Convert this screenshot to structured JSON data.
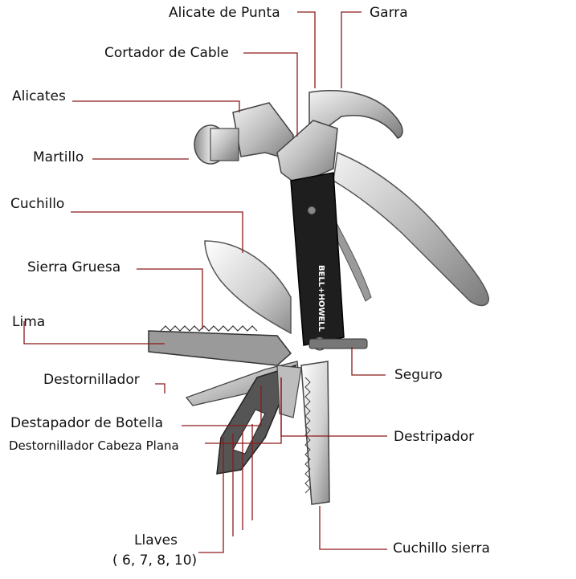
{
  "labels": {
    "alicate_punta": "Alicate de Punta",
    "garra": "Garra",
    "cortador_cable": "Cortador de Cable",
    "alicates": "Alicates",
    "martillo": "Martillo",
    "cuchillo": "Cuchillo",
    "sierra_gruesa": "Sierra Gruesa",
    "lima": "Lima",
    "destornillador": "Destornillador",
    "destapador": "Destapador de Botella",
    "destornillador_plana": "Destornillador Cabeza Plana",
    "llaves": "Llaves",
    "llaves_sizes": "( 6, 7, 8, 10)",
    "seguro": "Seguro",
    "destripador": "Destripador",
    "cuchillo_sierra": "Cuchillo sierra",
    "brand": "BELL+HOWELL"
  },
  "colors": {
    "leader": "#8b1a1a",
    "handle": "#1e1e1e",
    "steel_light": "#e4e4e4",
    "steel_mid": "#b8b8b8",
    "steel_dark": "#6e6e6e",
    "text": "#111111"
  }
}
